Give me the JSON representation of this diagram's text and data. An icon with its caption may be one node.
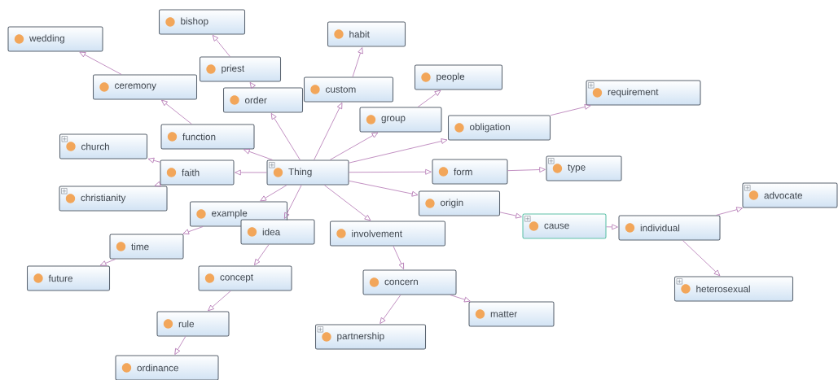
{
  "diagram": {
    "nodes": [
      {
        "text": [
          "bishop"
        ]
      },
      {
        "text": [
          "habit"
        ]
      },
      {
        "text": [
          "wedding"
        ]
      },
      {
        "text": [
          "priest"
        ]
      },
      {
        "text": [
          "custom"
        ]
      },
      {
        "text": [
          "people"
        ]
      },
      {
        "text": [
          "ceremony"
        ]
      },
      {
        "text": [
          "order"
        ]
      },
      {
        "text": [
          "requirement"
        ]
      },
      {
        "text": [
          "group"
        ]
      },
      {
        "text": [
          "obligation"
        ]
      },
      {
        "text": [
          "function"
        ]
      },
      {
        "text": [
          "church"
        ]
      },
      {
        "text": [
          "faith"
        ]
      },
      {
        "text": [
          "Thing"
        ]
      },
      {
        "text": [
          "form"
        ]
      },
      {
        "text": [
          "type"
        ]
      },
      {
        "text": [
          "christianity"
        ]
      },
      {
        "text": [
          "origin"
        ]
      },
      {
        "text": [
          "example"
        ]
      },
      {
        "text": [
          "cause"
        ]
      },
      {
        "text": [
          "individual"
        ]
      },
      {
        "text": [
          "advocate"
        ]
      },
      {
        "text": [
          "idea"
        ]
      },
      {
        "text": [
          "involvement"
        ]
      },
      {
        "text": [
          "time"
        ]
      },
      {
        "text": [
          "future"
        ]
      },
      {
        "text": [
          "concept"
        ]
      },
      {
        "text": [
          "concern"
        ]
      },
      {
        "text": [
          "heterosexual"
        ]
      },
      {
        "text": [
          "matter"
        ]
      },
      {
        "text": [
          "rule"
        ]
      },
      {
        "text": [
          "partnership"
        ]
      },
      {
        "text": [
          "ordinance"
        ]
      }
    ],
    "edges": [
      {
        "from": 14,
        "to": 7,
        "arrow": "to"
      },
      {
        "from": 7,
        "to": 3,
        "arrow": "to"
      },
      {
        "from": 3,
        "to": 0,
        "arrow": "to"
      },
      {
        "from": 14,
        "to": 4,
        "arrow": "to"
      },
      {
        "from": 4,
        "to": 1,
        "arrow": "to"
      },
      {
        "from": 14,
        "to": 9,
        "arrow": "to"
      },
      {
        "from": 9,
        "to": 5,
        "arrow": "to"
      },
      {
        "from": 14,
        "to": 10,
        "arrow": "to"
      },
      {
        "from": 10,
        "to": 8,
        "arrow": "to"
      },
      {
        "from": 14,
        "to": 15,
        "arrow": "to"
      },
      {
        "from": 15,
        "to": 16,
        "arrow": "to"
      },
      {
        "from": 14,
        "to": 18,
        "arrow": "to"
      },
      {
        "from": 18,
        "to": 20,
        "arrow": "to"
      },
      {
        "from": 20,
        "to": 21,
        "arrow": "to"
      },
      {
        "from": 21,
        "to": 22,
        "arrow": "to"
      },
      {
        "from": 21,
        "to": 29,
        "arrow": "to"
      },
      {
        "from": 14,
        "to": 24,
        "arrow": "to"
      },
      {
        "from": 24,
        "to": 28,
        "arrow": "to"
      },
      {
        "from": 28,
        "to": 32,
        "arrow": "to"
      },
      {
        "from": 28,
        "to": 30,
        "arrow": "to"
      },
      {
        "from": 14,
        "to": 23,
        "arrow": "to"
      },
      {
        "from": 23,
        "to": 27,
        "arrow": "to"
      },
      {
        "from": 27,
        "to": 31,
        "arrow": "to"
      },
      {
        "from": 31,
        "to": 33,
        "arrow": "to"
      },
      {
        "from": 14,
        "to": 19,
        "arrow": "to"
      },
      {
        "from": 19,
        "to": 25,
        "arrow": "to"
      },
      {
        "from": 25,
        "to": 26,
        "arrow": "to"
      },
      {
        "from": 14,
        "to": 13,
        "arrow": "to"
      },
      {
        "from": 13,
        "to": 12,
        "arrow": "to"
      },
      {
        "from": 13,
        "to": 17,
        "arrow": "to"
      },
      {
        "from": 14,
        "to": 11,
        "arrow": "to"
      },
      {
        "from": 11,
        "to": 6,
        "arrow": "to"
      },
      {
        "from": 6,
        "to": 2,
        "arrow": "to"
      }
    ]
  }
}
